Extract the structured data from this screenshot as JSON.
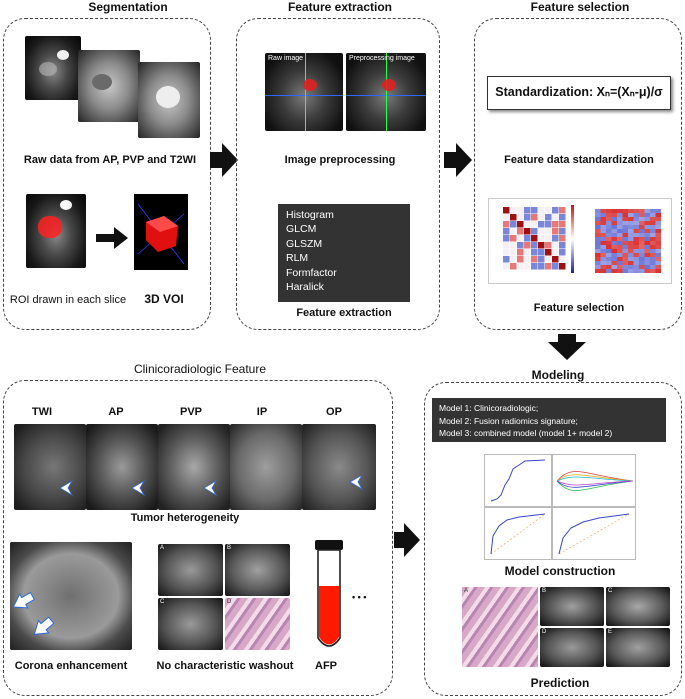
{
  "sections": {
    "segmentation": {
      "title": "Segmentation",
      "raw_caption": "Raw data from AP, PVP and T2WI",
      "roi_caption": "ROI drawn  in each slice",
      "voi_caption": "3D VOI"
    },
    "feature_extraction": {
      "title": "Feature extraction",
      "raw_label": "Raw image",
      "pre_label": "Preprocessing image",
      "preprocess_caption": "Image preprocessing",
      "features": [
        "Histogram",
        "GLCM",
        "GLSZM",
        "RLM",
        "Formfactor",
        "Haralick",
        "......"
      ],
      "extraction_caption": "Feature extraction"
    },
    "feature_selection": {
      "title": "Feature selection",
      "formula": "Standardization: Xₙ=(Xₙ-μ)/σ",
      "standardization_caption": "Feature data standardization",
      "selection_caption": "Feature selection"
    },
    "clinicoradiologic": {
      "title": "Clinicoradiologic Feature",
      "sequences": [
        "TWI",
        "AP",
        "PVP",
        "IP",
        "OP"
      ],
      "heterogeneity_caption": "Tumor heterogeneity",
      "corona_caption": "Corona enhancement",
      "washout_caption": "No characteristic washout",
      "afp_caption": "AFP",
      "ellipsis": "•  •  •",
      "panel_letters": [
        "A",
        "B",
        "C",
        "D"
      ]
    },
    "modeling": {
      "title": "Modeling",
      "models": [
        "Model 1: Clinicoradiologic;",
        "Model 2: Fusion radiomics signature;",
        "Model 3: combined model (model 1+ model 2)"
      ],
      "construction_caption": "Model construction",
      "prediction_caption": "Prediction",
      "prediction_letters": [
        "A",
        "B",
        "C",
        "D",
        "E"
      ]
    }
  },
  "colors": {
    "text": "#111111",
    "dashed_border": "#444444",
    "dark_box": "#333333",
    "roi_red": "#ff2020",
    "tube_red": "#ff1a00",
    "curve_blue": "#3a46c8"
  },
  "icons": [
    "arrow-right-icon",
    "arrow-down-icon",
    "arrowhead-icon",
    "test-tube-icon"
  ]
}
